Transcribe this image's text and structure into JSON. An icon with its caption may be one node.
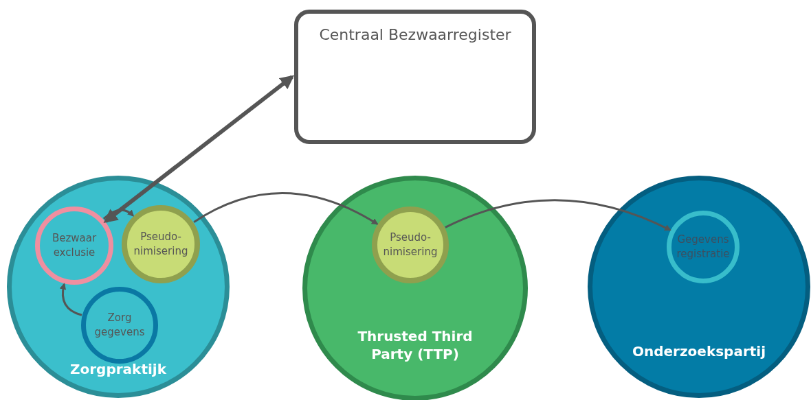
{
  "diagram": {
    "nodes": [
      {
        "text": [
          "Centraal Bezwaarregister"
        ]
      },
      {
        "text": [
          "Zorgpraktijk"
        ]
      },
      {
        "text": [
          "Bezwaar exclusie"
        ],
        "in": 1
      },
      {
        "text": [
          "Pseudo- nimisering"
        ],
        "in": 1
      },
      {
        "text": [
          "Zorg gegevens"
        ],
        "in": 1
      },
      {
        "text": [
          "Thrusted Third Party (TTP)"
        ]
      },
      {
        "text": [
          "Pseudo- nimisering"
        ],
        "in": 5
      },
      {
        "text": [
          "Onderzoekspartij"
        ]
      },
      {
        "text": [
          "Gegevens registratie"
        ],
        "in": 7
      }
    ],
    "edges": [
      {
        "from": 0,
        "to": 2,
        "arrow": "both",
        "style": "thick"
      },
      {
        "from": 2,
        "to": 3,
        "arrow": "to"
      },
      {
        "from": 4,
        "to": 2,
        "arrow": "to"
      },
      {
        "from": 3,
        "to": 6,
        "arrow": "to"
      },
      {
        "from": 6,
        "to": 8,
        "arrow": "to"
      }
    ]
  }
}
